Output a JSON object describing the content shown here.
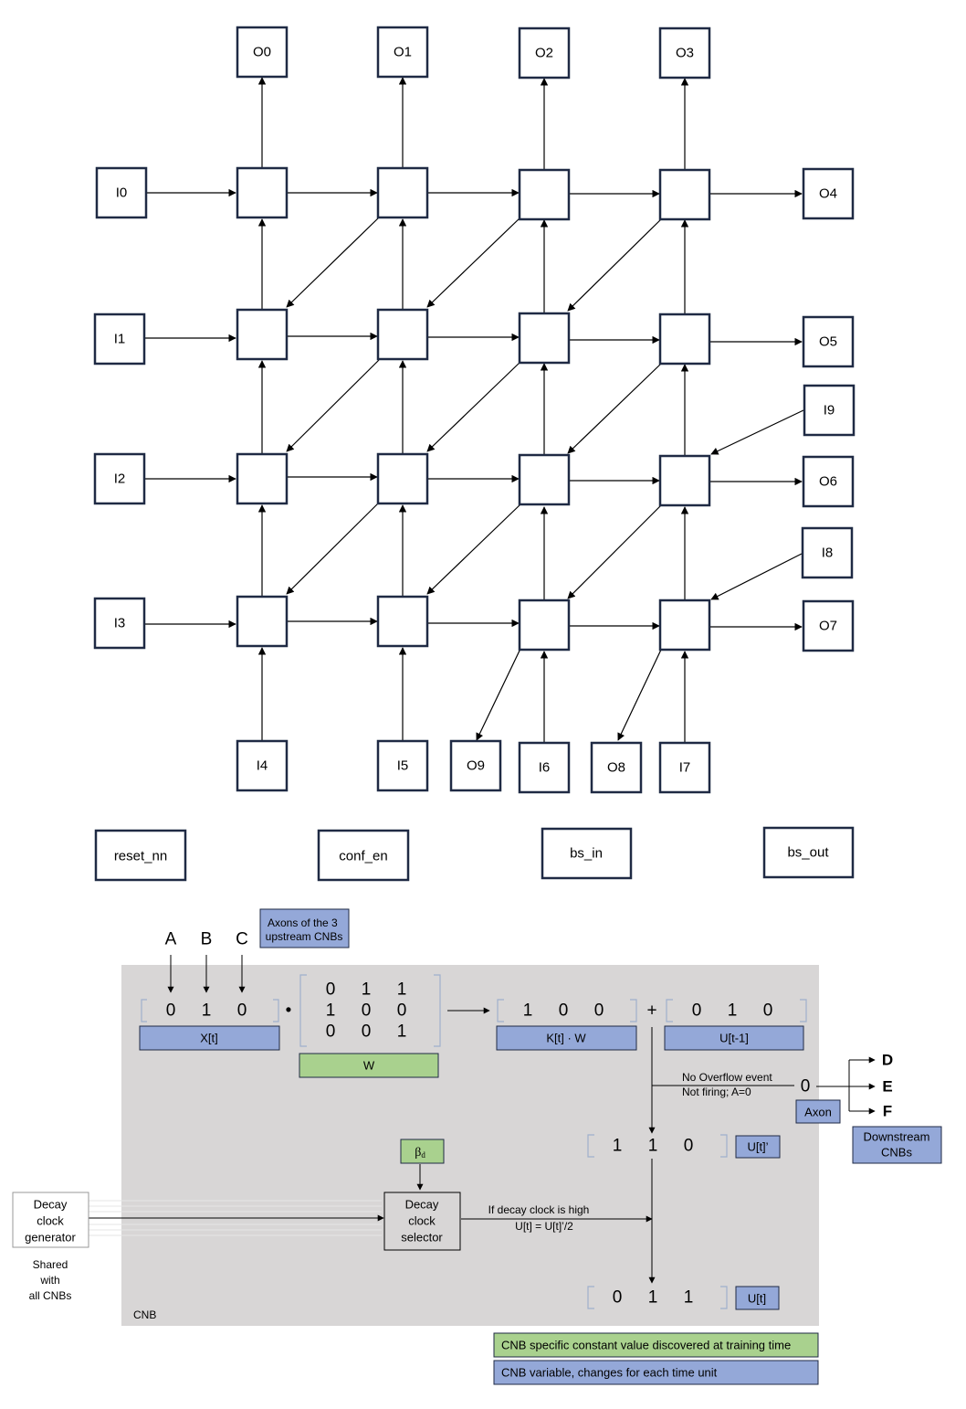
{
  "grid": {
    "outputs_top": [
      "O0",
      "O1",
      "O2",
      "O3"
    ],
    "inputs_left": [
      "I0",
      "I1",
      "I2",
      "I3"
    ],
    "outputs_right": [
      "O4",
      "O5",
      "O6",
      "O7"
    ],
    "inputs_right": [
      "I9",
      "I8"
    ],
    "bottom_row": [
      "I4",
      "I5",
      "O9",
      "I6",
      "O8",
      "I7"
    ],
    "control_signals": [
      "reset_nn",
      "conf_en",
      "bs_in",
      "bs_out"
    ]
  },
  "cnb": {
    "axons_note": "Axons of the 3 upstream CNBs",
    "upstream": [
      "A",
      "B",
      "C"
    ],
    "x_vector": [
      "0",
      "1",
      "0"
    ],
    "x_label": "X[t]",
    "dot": "•",
    "w_matrix": [
      [
        "0",
        "1",
        "1"
      ],
      [
        "1",
        "0",
        "0"
      ],
      [
        "0",
        "0",
        "1"
      ]
    ],
    "w_label": "W",
    "kw_vector": [
      "1",
      "0",
      "0"
    ],
    "kw_label": "K[t] · W",
    "plus": "+",
    "u_prev_vector": [
      "0",
      "1",
      "0"
    ],
    "u_prev_label": "U[t-1]",
    "no_overflow_line1": "No Overflow event",
    "no_overflow_line2": "Not firing; A=0",
    "axon_value": "0",
    "axon_label": "Axon",
    "downstream": [
      "D",
      "E",
      "F"
    ],
    "downstream_label_line1": "Downstream",
    "downstream_label_line2": "CNBs",
    "u_prime_vector": [
      "1",
      "1",
      "0"
    ],
    "u_prime_label": "U[t]’",
    "beta_label": "β",
    "beta_sub": "d",
    "decay_selector_lines": [
      "Decay",
      "clock",
      "selector"
    ],
    "decay_gen_lines": [
      "Decay",
      "clock",
      "generator"
    ],
    "shared_lines": [
      "Shared",
      "with",
      "all CNBs"
    ],
    "decay_rule_line1": "If decay clock is high",
    "decay_rule_line2": "U[t]  = U[t]’/2",
    "u_vector": [
      "0",
      "1",
      "1"
    ],
    "u_label": "U[t]",
    "block_label": "CNB"
  },
  "legend": {
    "constant": "CNB specific constant value discovered at training time",
    "variable": "CNB variable, changes for each time unit"
  },
  "colors": {
    "navy": "#1f2a44",
    "blue_box": "#94a8d8",
    "green_box": "#a9d18e",
    "gray_panel": "#d8d6d6"
  }
}
